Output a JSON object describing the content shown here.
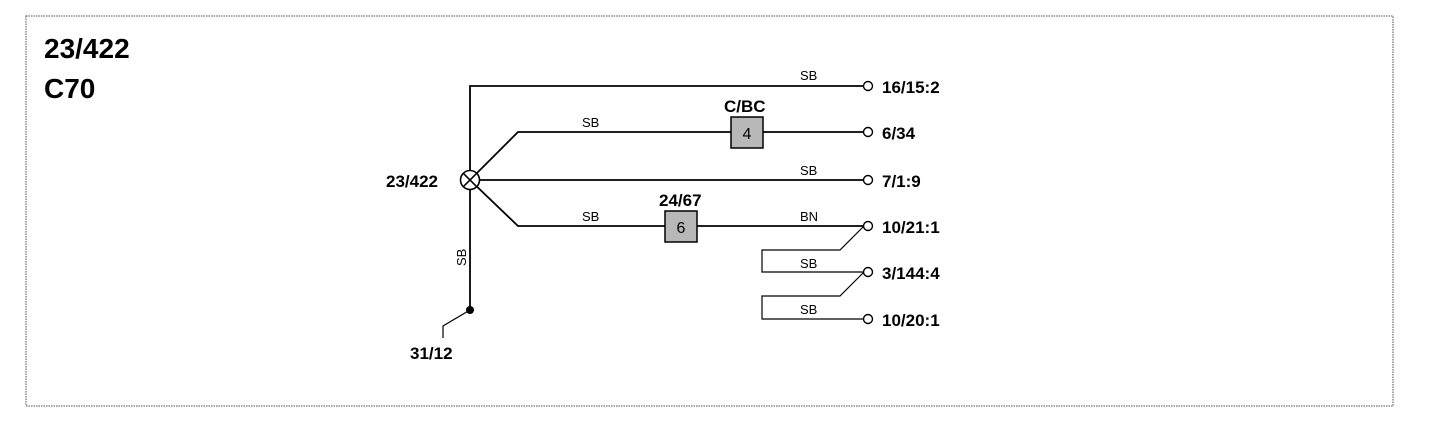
{
  "header": {
    "title_line1": "23/422",
    "title_line2": "C70"
  },
  "splice": {
    "label": "23/422"
  },
  "ground": {
    "label": "31/12",
    "wire_label": "SB"
  },
  "fuses": [
    {
      "label": "C/BC",
      "number": "4"
    },
    {
      "label": "24/67",
      "number": "6"
    }
  ],
  "connectors": [
    {
      "label": "16/15:2",
      "wire_label": "SB"
    },
    {
      "label": "6/34",
      "wire_label": "SB"
    },
    {
      "label": "7/1:9",
      "wire_label": "SB"
    },
    {
      "label": "10/21:1",
      "wire_label": "SB",
      "wire_label_after_fuse": "BN"
    },
    {
      "label": "3/144:4",
      "wire_label": "SB"
    },
    {
      "label": "10/20:1",
      "wire_label": "SB"
    }
  ]
}
